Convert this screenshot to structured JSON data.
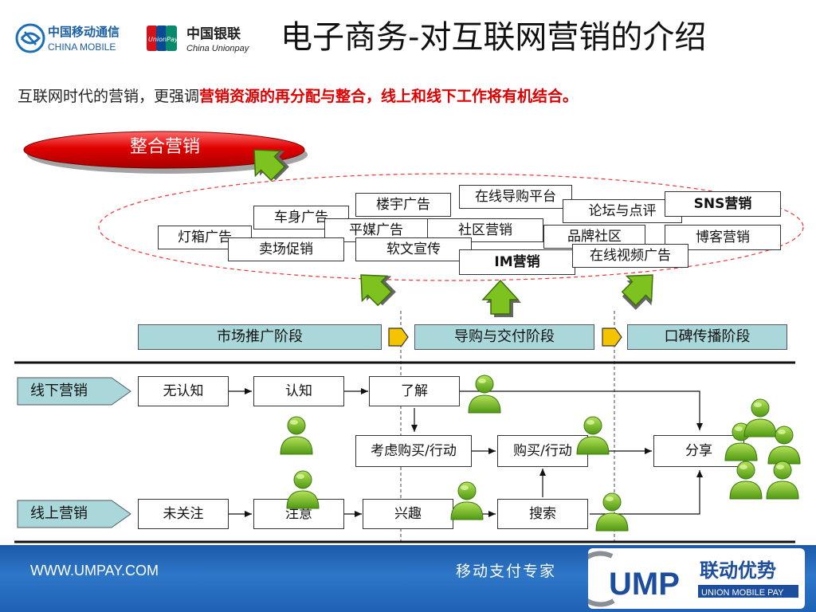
{
  "header": {
    "title": "电子商务-对互联网营销的介绍",
    "logos": {
      "china_mobile_cn": "中国移动通信",
      "china_mobile_en": "CHINA MOBILE",
      "unionpay_cn": "中国银联",
      "unionpay_en": "China Unionpay",
      "unionpay_card": "UnionPay"
    }
  },
  "subtitle": {
    "plain": "互联网时代的营销，更强调",
    "highlight": "营销资源的再分配与整合，线上和线下工作将有机结合。",
    "highlight_color": "#e00000"
  },
  "badge": {
    "label": "整合营销",
    "color": "#e00000"
  },
  "channels": [
    "灯箱广告",
    "车身广告",
    "楼宇广告",
    "平媒广告",
    "在线导购平台",
    "社区营销",
    "卖场促销",
    "软文宣传",
    "IM营销",
    "论坛与点评",
    "SNS营销",
    "品牌社区",
    "博客营销",
    "在线视频广告"
  ],
  "stages": [
    "市场推广阶段",
    "导购与交付阶段",
    "口碑传播阶段"
  ],
  "rows": {
    "offline_label": "线下营销",
    "online_label": "线上营销",
    "offline_steps": [
      "无认知",
      "认知",
      "了解"
    ],
    "middle_steps": [
      "考虑购买/行动",
      "购买/行动",
      "分享"
    ],
    "online_steps": [
      "未关注",
      "注意",
      "兴趣",
      "搜索"
    ]
  },
  "footer": {
    "url": "WWW.UMPAY.COM",
    "slogan": "移动支付专家",
    "brand_letters": "UMP",
    "brand_cn": "联动优势",
    "brand_en": "UNION MOBILE PAY"
  },
  "colors": {
    "stage_fill": "#a9d7da",
    "arrow_green": "#7dc21e",
    "footer_blue": "#2e77c8",
    "person_green": "#62b01b"
  },
  "icons": [
    "person-icon",
    "green-arrow-icon",
    "yellow-arrow-icon"
  ]
}
